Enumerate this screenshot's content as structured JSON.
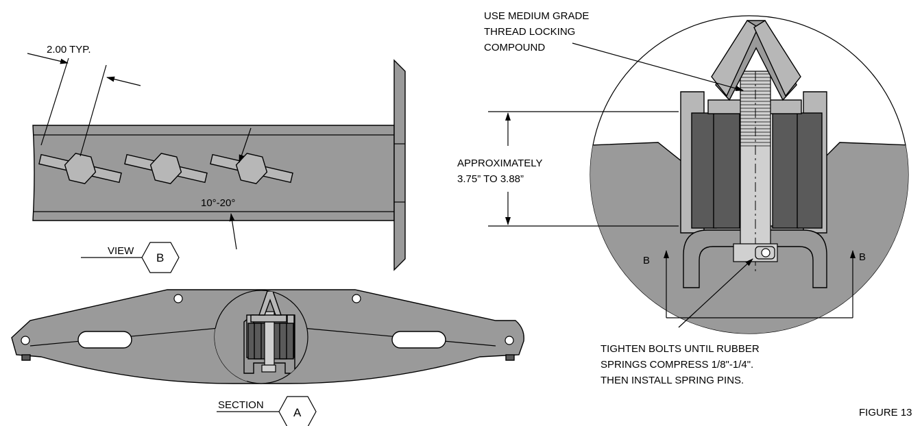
{
  "labels": {
    "dim_typ": "2.00 TYP.",
    "angle": "10°-20°",
    "view_word": "VIEW",
    "view_letter": "B",
    "section_word": "SECTION",
    "section_letter": "A",
    "thread_note_1": "USE MEDIUM GRADE",
    "thread_note_2": "THREAD LOCKING",
    "thread_note_3": "COMPOUND",
    "approx_1": "APPROXIMATELY",
    "approx_2": "3.75” TO 3.88”",
    "b_left": "B",
    "b_right": "B",
    "tighten_1": "TIGHTEN BOLTS UNTIL RUBBER",
    "tighten_2": "SPRINGS COMPRESS 1/8\"-1/4\".",
    "tighten_3": "THEN INSTALL SPRING PINS.",
    "figure": "FIGURE 13"
  },
  "colors": {
    "steel": "#9a9a9a",
    "steel_light": "#b7b7b7",
    "rubber": "#5a5a5a",
    "bolt": "#d0d0d0"
  }
}
